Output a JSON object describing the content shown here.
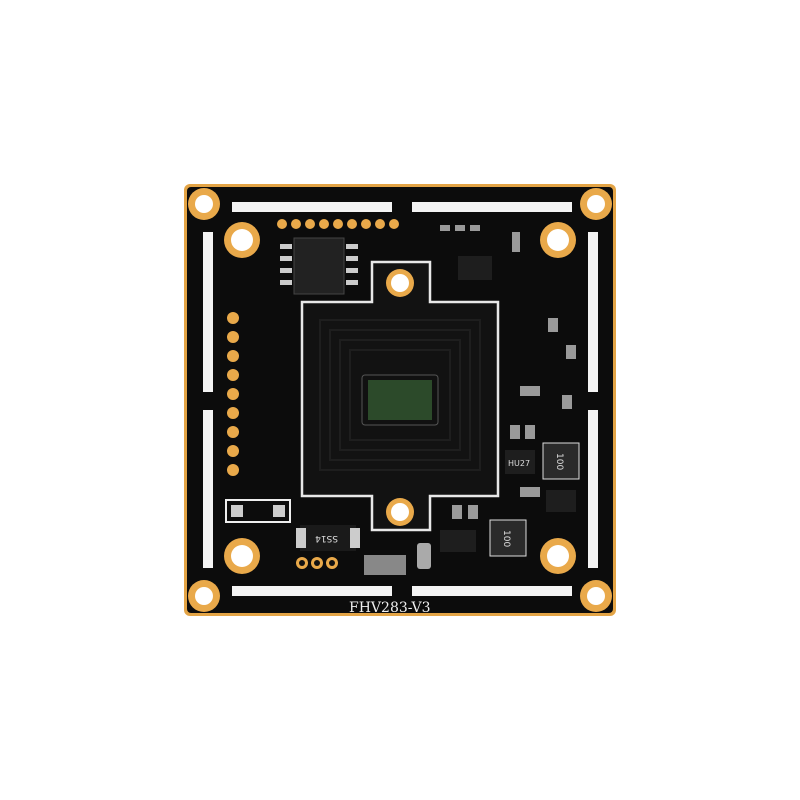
{
  "board": {
    "model_label": "FHV283-V3",
    "diode_label": "SS14",
    "regulator_label": "HU27",
    "inductor_label_1": "100",
    "inductor_label_2": "100"
  },
  "colors": {
    "pcb": "#0c0c0c",
    "gold": "#e9a94a",
    "silkscreen": "#f4f4f4",
    "sensor": "#2c4a2a"
  }
}
